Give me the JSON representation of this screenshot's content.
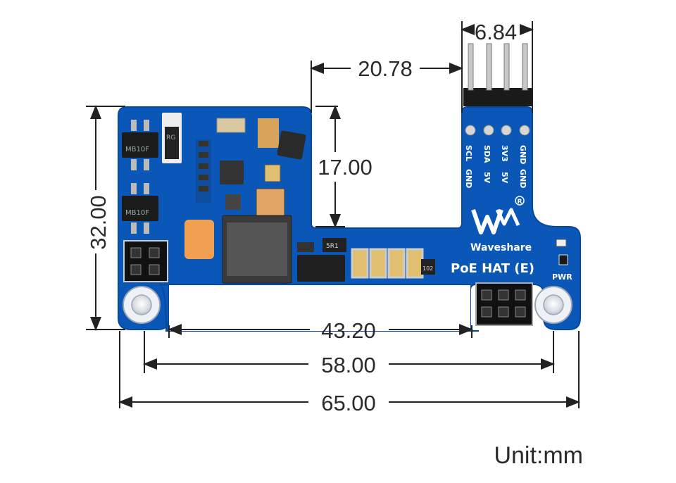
{
  "board": {
    "name": "PoE HAT (E)",
    "brand": "Waveshare",
    "power_label": "PWR",
    "header_pins_row1": [
      "SCL",
      "SDA",
      "3V3",
      "GND"
    ],
    "header_pins_row2": [
      "GND",
      "5V",
      "5V",
      "GND"
    ],
    "chip_labels": [
      "MB10F",
      "MB10F",
      "RG",
      "5R1",
      "102"
    ]
  },
  "dimensions": {
    "header_width": "6.84",
    "header_offset": "20.78",
    "step_height": "17.00",
    "total_height": "32.00",
    "inner_span": "43.20",
    "hole_span": "58.00",
    "total_width": "65.00"
  },
  "unit_label": "Unit:mm",
  "colors": {
    "pcb": "#0a57b8",
    "pcb_edge": "#064a9e",
    "silkscreen": "#ffffff",
    "dimension_line": "#222222"
  }
}
